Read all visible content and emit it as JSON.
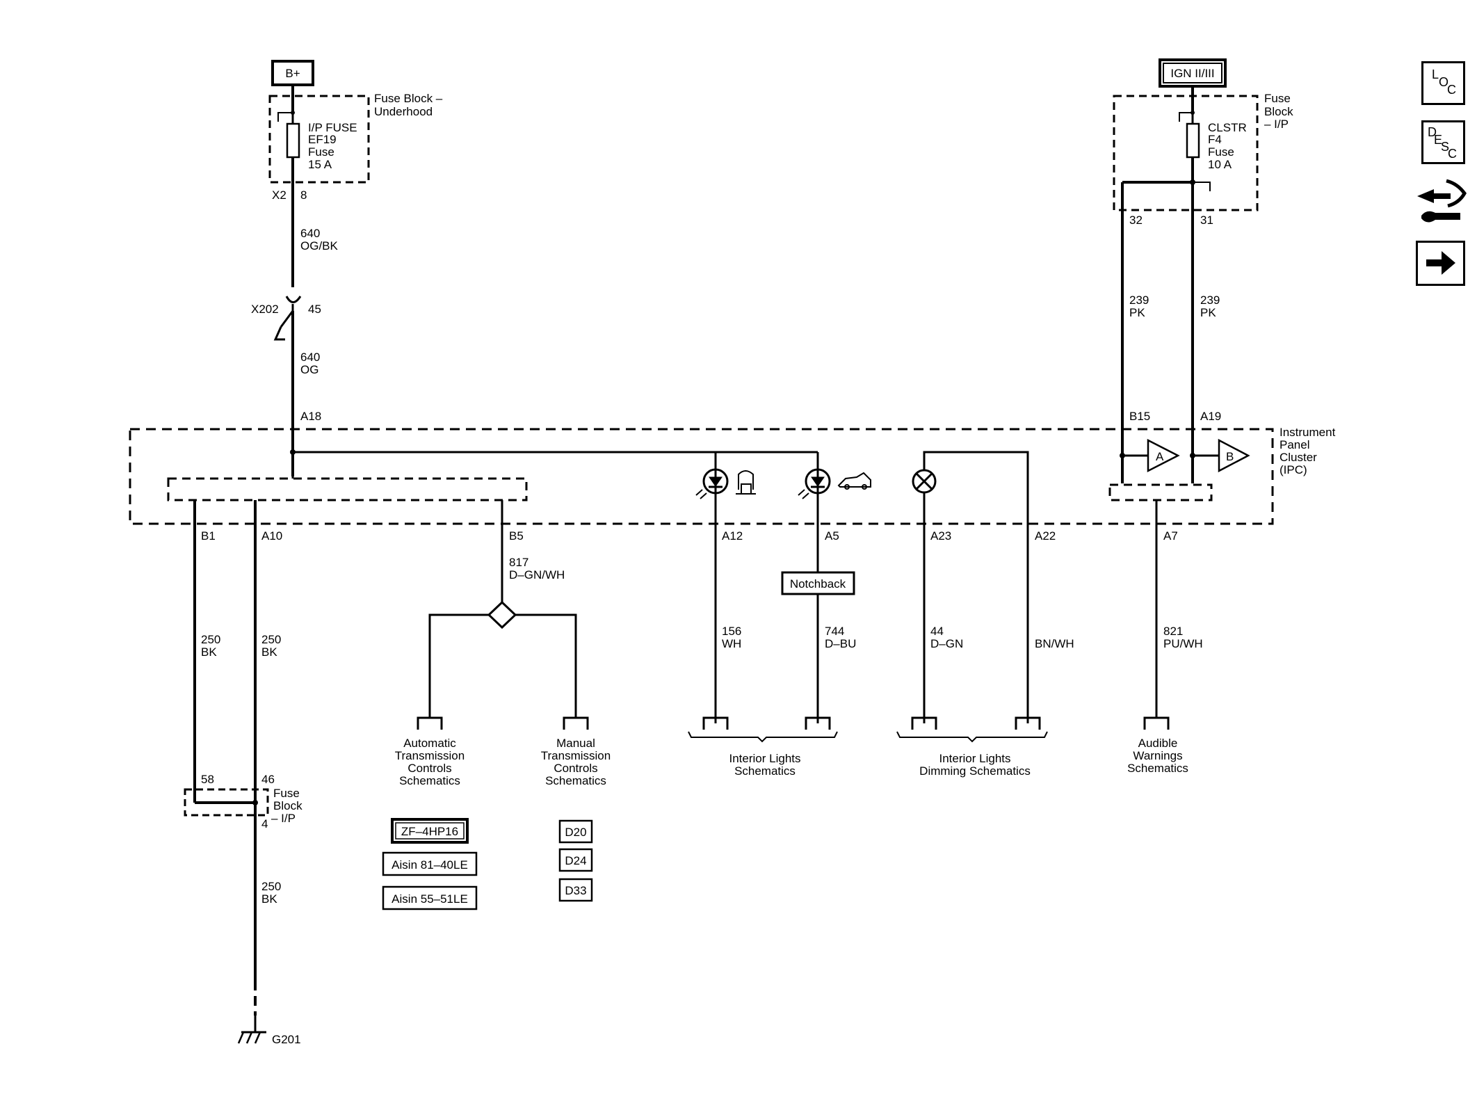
{
  "supplies": {
    "bplus": "B+",
    "ign": "IGN II/III"
  },
  "fuse_underhood": {
    "block_title": "Fuse Block –",
    "block_title2": "Underhood",
    "fuse_l1": "I/P FUSE",
    "fuse_l2": "EF19",
    "fuse_l3": "Fuse",
    "fuse_l4": "15 A",
    "pin_x2": "X2",
    "pin_8": "8"
  },
  "wire_640_obk": {
    "circuit": "640",
    "color": "OG/BK"
  },
  "connector_x202": {
    "name": "X202",
    "pin": "45"
  },
  "wire_640_og": {
    "circuit": "640",
    "color": "OG"
  },
  "pin_a18": "A18",
  "fuse_ip_top": {
    "block_title1": "Fuse",
    "block_title2": "Block",
    "block_title3": "– I/P",
    "fuse_l1": "CLSTR",
    "fuse_l2": "F4",
    "fuse_l3": "Fuse",
    "fuse_l4": "10 A",
    "pin_32": "32",
    "pin_31": "31"
  },
  "wire_239_a": {
    "circuit": "239",
    "color": "PK"
  },
  "wire_239_b": {
    "circuit": "239",
    "color": "PK"
  },
  "pins_ipc_top": {
    "b15": "B15",
    "a19": "A19"
  },
  "ipc": {
    "title1": "Instrument",
    "title2": "Panel",
    "title3": "Cluster",
    "title4": "(IPC)",
    "amp_a": "A",
    "amp_b": "B"
  },
  "pins_bottom": {
    "b1": "B1",
    "a10": "A10",
    "b5": "B5",
    "a12": "A12",
    "a5": "A5",
    "a23": "A23",
    "a22": "A22",
    "a7": "A7"
  },
  "wires_bottom": {
    "w_b1_c": "250",
    "w_b1_col": "BK",
    "w_a10_c": "250",
    "w_a10_col": "BK",
    "w_b5_c": "817",
    "w_b5_col": "D–GN/WH",
    "w_a12_c": "156",
    "w_a12_col": "WH",
    "w_a5_c": "744",
    "w_a5_col": "D–BU",
    "w_a23_c": "44",
    "w_a23_col": "D–GN",
    "w_a22_col": "BN/WH",
    "w_a7_c": "821",
    "w_a7_col": "PU/WH"
  },
  "notchback": "Notchback",
  "destinations": {
    "auto_1": "Automatic",
    "auto_2": "Transmission",
    "auto_3": "Controls",
    "auto_4": "Schematics",
    "man_1": "Manual",
    "man_2": "Transmission",
    "man_3": "Controls",
    "man_4": "Schematics",
    "int_1": "Interior Lights",
    "int_2": "Schematics",
    "dim_1": "Interior Lights",
    "dim_2": "Dimming Schematics",
    "aud_1": "Audible",
    "aud_2": "Warnings",
    "aud_3": "Schematics"
  },
  "fuse_ip_bottom": {
    "pin_58": "58",
    "pin_46": "46",
    "pin_4": "4",
    "title1": "Fuse",
    "title2": "Block",
    "title3": "– I/P"
  },
  "wire_250_ground": {
    "circuit": "250",
    "color": "BK"
  },
  "ground": "G201",
  "option_codes": {
    "zf": "ZF–4HP16",
    "aisin1": "Aisin 81–40LE",
    "aisin2": "Aisin 55–51LE",
    "d20": "D20",
    "d24": "D24",
    "d33": "D33"
  },
  "side_icons": {
    "loc": [
      "L",
      "O",
      "C"
    ],
    "desc": [
      "D",
      "E",
      "S",
      "C"
    ],
    "connector_icon": "connector-icon",
    "next_icon": "arrow-right-icon"
  }
}
